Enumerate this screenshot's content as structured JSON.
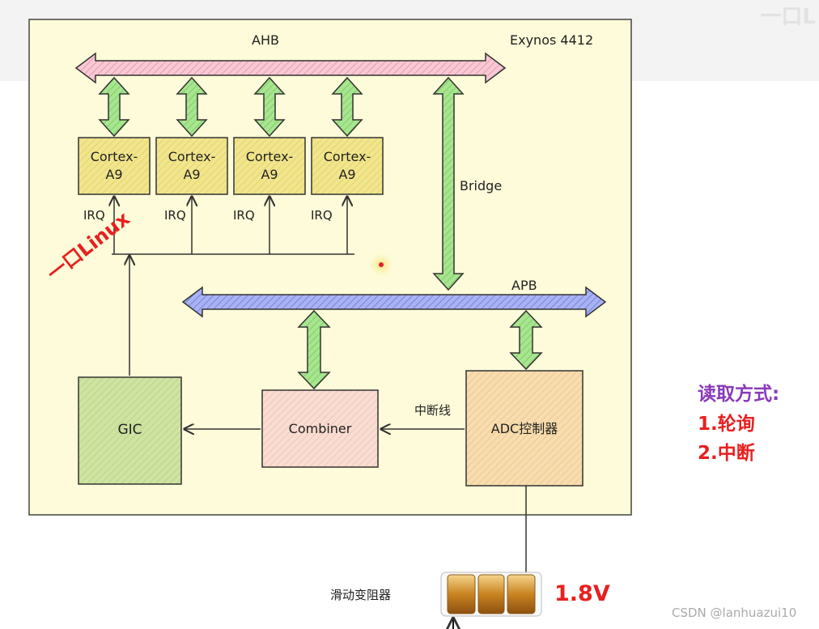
{
  "diagram": {
    "soc_name": "Exynos 4412",
    "buses": {
      "ahb": "AHB",
      "apb": "APB",
      "bridge": "Bridge"
    },
    "cores": [
      {
        "label": "Cortex-\nA9"
      },
      {
        "label": "Cortex-\nA9"
      },
      {
        "label": "Cortex-\nA9"
      },
      {
        "label": "Cortex-\nA9"
      }
    ],
    "irq_labels": [
      "IRQ",
      "IRQ",
      "IRQ",
      "IRQ"
    ],
    "blocks": {
      "gic": "GIC",
      "combiner": "Combiner",
      "adc": "ADC控制器"
    },
    "interrupt_line": "中断线",
    "linux_label": "一口Linux",
    "rheostat_label": "滑动变阻器",
    "voltage": "1.8V"
  },
  "side_note": {
    "title": "读取方式:",
    "items": [
      "1.轮询",
      "2.中断"
    ]
  },
  "watermark": "CSDN @lanhuazui10",
  "colors": {
    "chip_fill": "#fdfbd9",
    "core_fill": "#f1e58e",
    "gic_fill": "#c8de98",
    "combiner_fill": "#f8d8cc",
    "adc_fill": "#f6d8a8",
    "ahb_fill": "#f3b9c8",
    "apb_fill": "#9aa5ee",
    "link_fill": "#9bdf82",
    "accent_red": "#e82020",
    "accent_purple": "#8a3ab8"
  }
}
